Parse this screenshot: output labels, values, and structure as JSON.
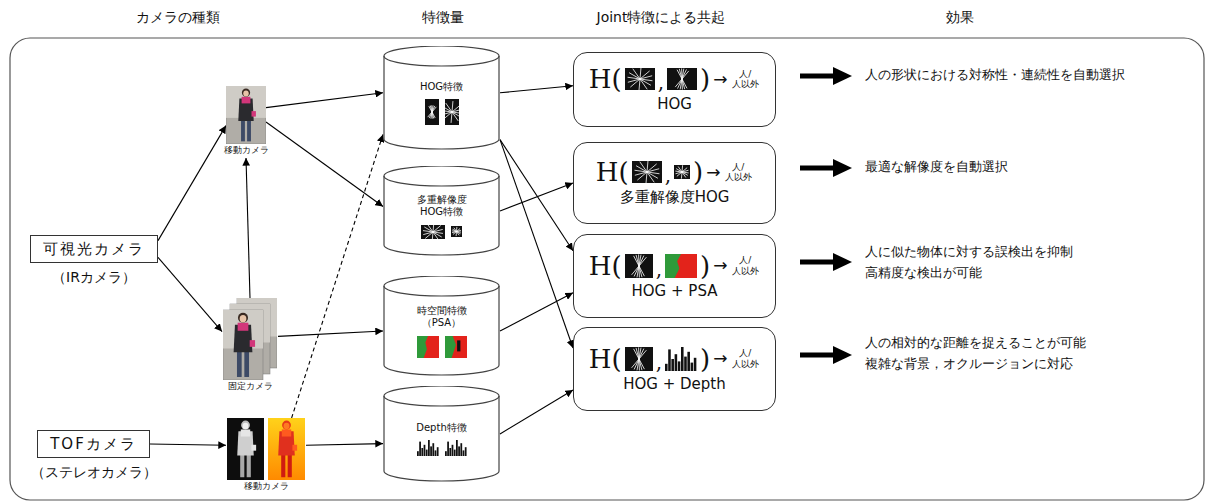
{
  "diagram": {
    "nodes": [
      {
        "text": [
          "可視光カメラ",
          "（IRカメラ）"
        ]
      },
      {
        "text": [
          "移動カメラ"
        ]
      },
      {
        "text": [
          "固定カメラ"
        ]
      },
      {
        "text": [
          "TOFカメラ",
          "（ステレオカメラ）"
        ]
      },
      {
        "text": [
          "移動カメラ"
        ]
      },
      {
        "text": [
          "HOG特徴"
        ]
      },
      {
        "text": [
          "多重解像度 HOG特徴"
        ]
      },
      {
        "text": [
          "時空間特徴 （PSA）"
        ]
      },
      {
        "text": [
          "Depth特徴"
        ]
      },
      {
        "text": [
          "H(",
          ",",
          ")",
          "→",
          "人/ 人以外",
          "HOG"
        ]
      },
      {
        "text": [
          "H(",
          ",",
          ")",
          "→",
          "人/ 人以外",
          "多重解像度HOG"
        ]
      },
      {
        "text": [
          "H(",
          ",",
          ")",
          "→",
          "人/ 人以外",
          "HOG + PSA"
        ]
      },
      {
        "text": [
          "H(",
          ",",
          ")",
          "→",
          "人/ 人以外",
          "HOG + Depth"
        ]
      }
    ],
    "edges": [
      {
        "from": 0,
        "to": 1,
        "arrow": "to"
      },
      {
        "from": 0,
        "to": 2,
        "arrow": "to"
      },
      {
        "from": 2,
        "to": 1,
        "arrow": "to"
      },
      {
        "from": 3,
        "to": 4,
        "arrow": "to"
      },
      {
        "from": 1,
        "to": 5,
        "arrow": "to"
      },
      {
        "from": 1,
        "to": 6,
        "arrow": "to"
      },
      {
        "from": 2,
        "to": 7,
        "arrow": "to"
      },
      {
        "from": 4,
        "to": 5,
        "arrow": "to"
      },
      {
        "from": 4,
        "to": 8,
        "arrow": "to"
      },
      {
        "from": 5,
        "to": 9,
        "arrow": "to"
      },
      {
        "from": 5,
        "to": 11,
        "arrow": "to"
      },
      {
        "from": 5,
        "to": 12,
        "arrow": "to"
      },
      {
        "from": 6,
        "to": 10,
        "arrow": "to"
      },
      {
        "from": 7,
        "to": 11,
        "arrow": "to"
      },
      {
        "from": 8,
        "to": 12,
        "arrow": "to"
      }
    ],
    "labels": [
      "カメラの種類",
      "特徴量",
      "Joint特徴による共起",
      "効果",
      "人の形状における対称性・連続性を自動選択",
      "最適な解像度を自動選択",
      "人に似た物体に対する誤検出を抑制",
      "高精度な検出が可能",
      "人の相対的な距離を捉えることが可能",
      "複雑な背景，オクルージョンに対応"
    ]
  }
}
